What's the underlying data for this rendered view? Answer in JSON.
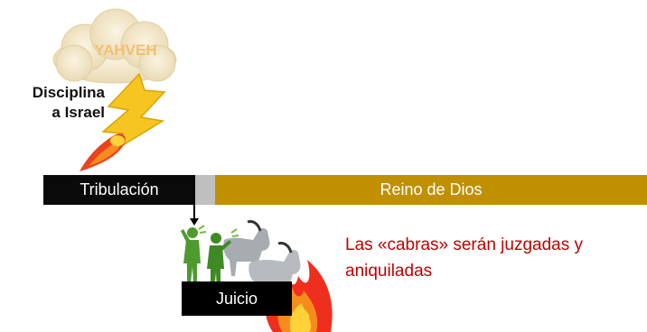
{
  "cloud": {
    "label": "YAHVEH",
    "label_color": "#f1c070",
    "cloud_color": "#f3e6c4"
  },
  "discipline": {
    "line1": "Disciplina",
    "line2": "a Israel"
  },
  "timeline": {
    "tribulation_label": "Tribulación",
    "tribulation_color": "#0a0a0a",
    "gap_color": "#bfbfbf",
    "kingdom_label": "Reino de Dios",
    "kingdom_color": "#c09000"
  },
  "judgment": {
    "label": "Juicio",
    "box_color": "#000000",
    "label_color": "#ffffff"
  },
  "caption": {
    "text": "Las «cabras» serán juzgadas y aniquiladas",
    "color": "#c00000"
  },
  "icons": {
    "cloud": "cloud-icon",
    "bolt": "lightning-bolt-icon",
    "fireball": "fireball-icon",
    "people": "people-pointing-icon",
    "goats": "goat-icon",
    "fire": "flame-icon"
  }
}
